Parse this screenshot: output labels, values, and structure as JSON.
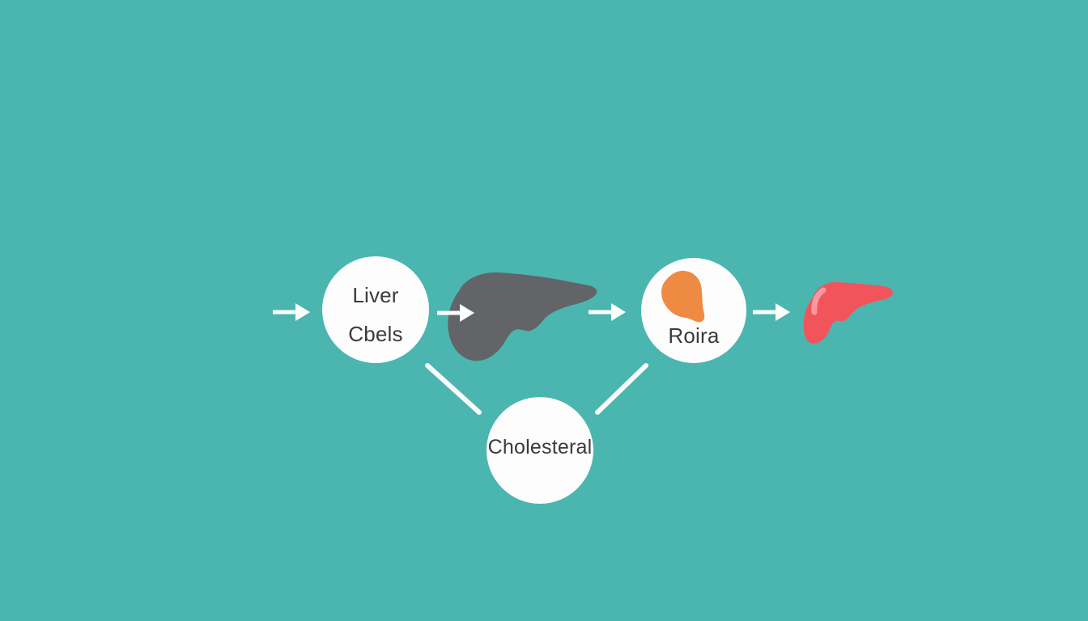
{
  "diagram": {
    "description": "Flow illustration of liver cells producing cholesterol",
    "nodes": {
      "liver_cells": {
        "line1": "Liver",
        "line2": "Cbels"
      },
      "roira": {
        "label": "Roira"
      },
      "cholesterol": {
        "label": "Cholesteral"
      }
    },
    "icons": {
      "dark_liver": "liver-silhouette-icon",
      "orange_organ": "organ-blob-icon",
      "red_liver": "liver-icon",
      "arrow": "arrow-right-icon",
      "connector": "connector-line"
    },
    "colors": {
      "background": "#4BB6B0",
      "node_fill": "#FDFDFD",
      "text": "#3B3B3D",
      "arrow": "#FDFEFE",
      "connector": "#FAFCFC",
      "dark_liver": "#626468",
      "orange_organ": "#EE8A42",
      "red_liver": "#F2545C",
      "red_liver_highlight": "#F8989E"
    }
  }
}
